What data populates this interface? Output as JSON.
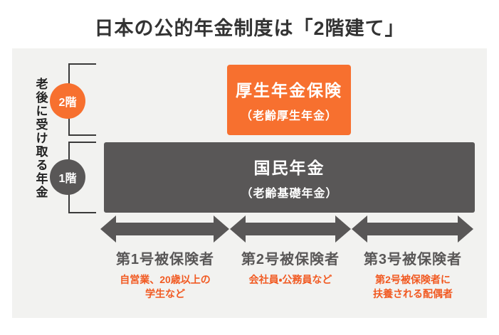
{
  "title": "日本の公的年金制度は「2階建て」",
  "diagram": {
    "side_label": "老後に受け取る年金",
    "floors": [
      {
        "badge": "2階",
        "box_title": "厚生年金保険",
        "box_subtitle": "（老齢厚生年金）"
      },
      {
        "badge": "1階",
        "box_title": "国民年金",
        "box_subtitle": "（老齢基礎年金）"
      }
    ],
    "categories": [
      {
        "label": "第1号被保険者",
        "note": "自営業、20歳以上の\n学生など"
      },
      {
        "label": "第2号被保険者",
        "note": "会社員・公務員など"
      },
      {
        "label": "第3号被保険者",
        "note": "第2号被保険者に\n扶養される配偶者"
      }
    ],
    "colors": {
      "orange_fill": "#F7702F",
      "orange_text": "#F15A22",
      "dark_gray": "#595757",
      "card_background": "#F2F2F0",
      "title_text": "#333333"
    }
  }
}
